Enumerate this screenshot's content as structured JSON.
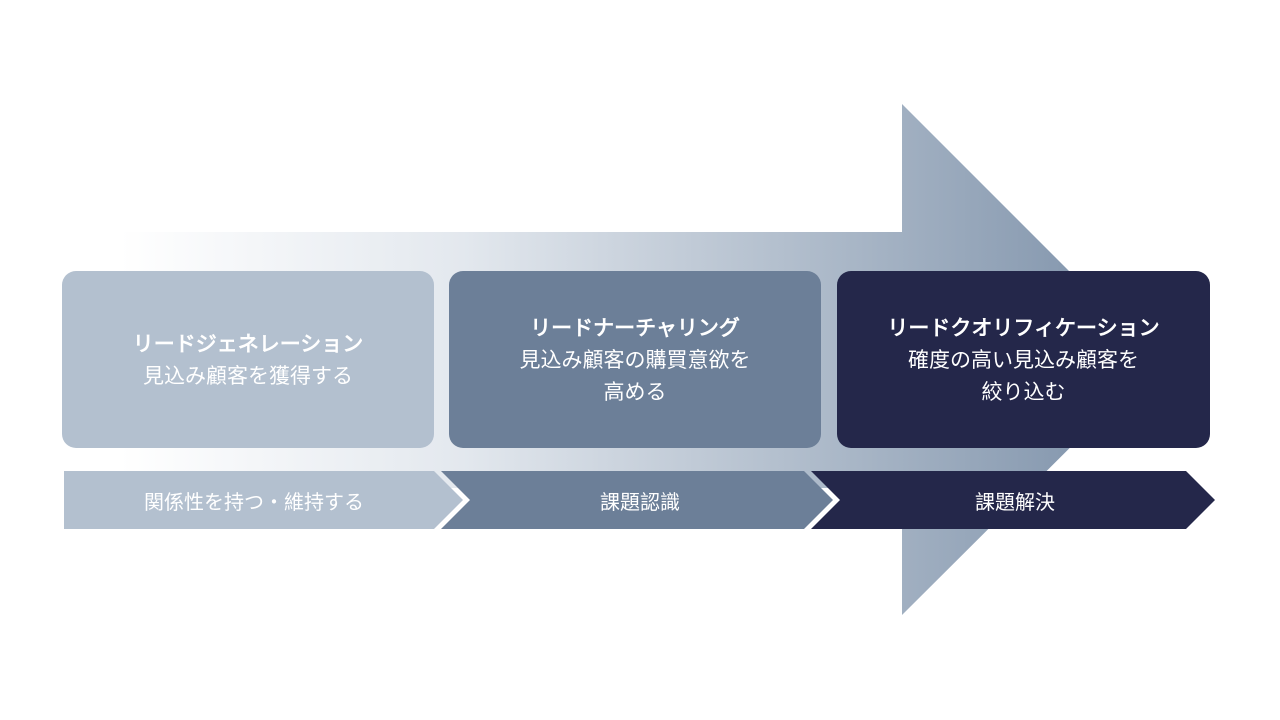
{
  "stages": [
    {
      "title": "リードジェネレーション",
      "description": "見込み顧客を獲得する",
      "phase": "関係性を持つ・維持する",
      "color": "#b3c0cf"
    },
    {
      "title": "リードナーチャリング",
      "description": "見込み顧客の購買意欲を\n高める",
      "phase": "課題認識",
      "color": "#6c7f98"
    },
    {
      "title": "リードクオリフィケーション",
      "description": "確度の高い見込み顧客を\n絞り込む",
      "phase": "課題解決",
      "color": "#24274a"
    }
  ],
  "arrow_color": "#8396ad"
}
